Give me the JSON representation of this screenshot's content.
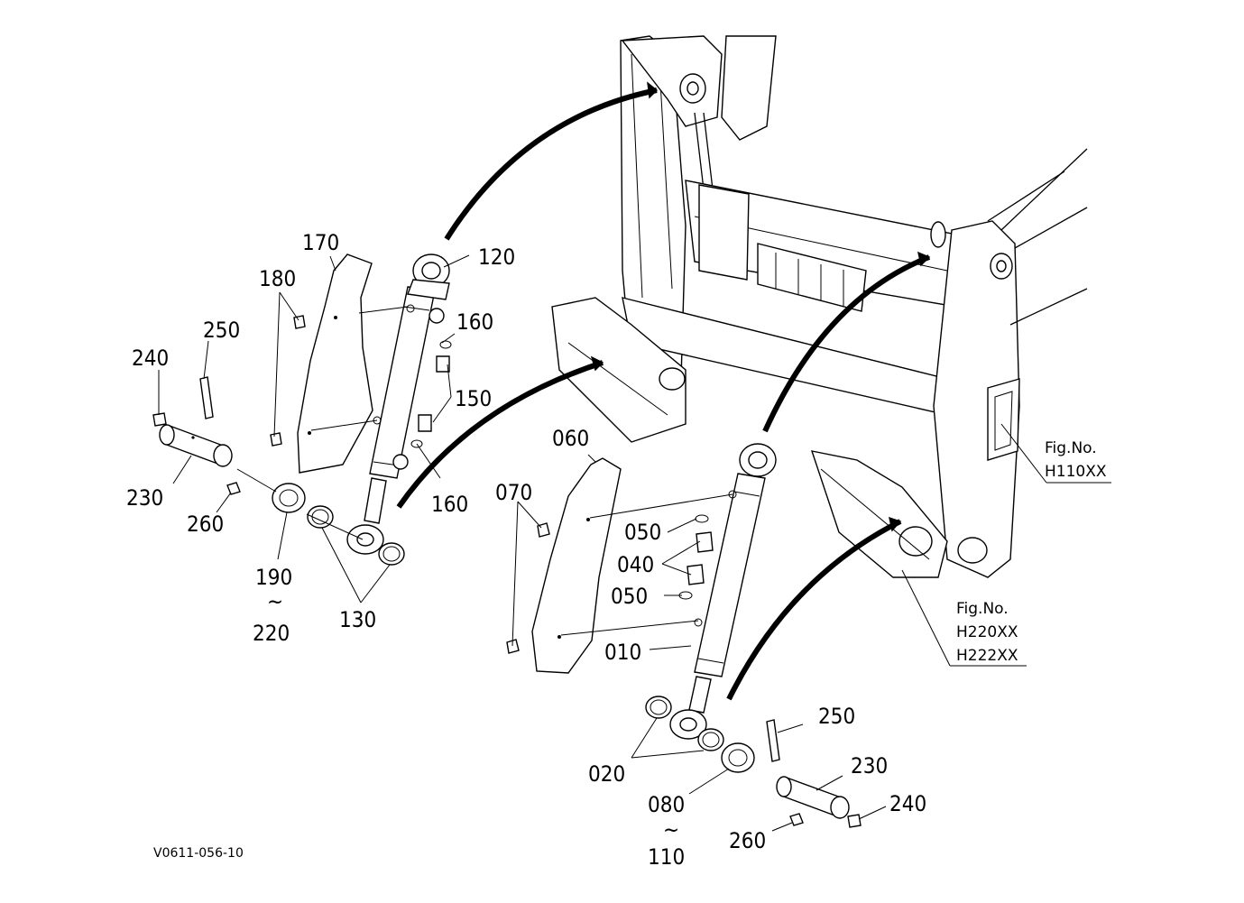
{
  "drawing_code": "V0611-056-10",
  "labels": {
    "l170": "170",
    "l180": "180",
    "l120": "120",
    "l160a": "160",
    "l150": "150",
    "l160b": "160",
    "l250a": "250",
    "l240a": "240",
    "l230a": "230",
    "l260a": "260",
    "l190": "190",
    "l220": "220",
    "l130": "130",
    "l060": "060",
    "l070": "070",
    "l050a": "050",
    "l040": "040",
    "l050b": "050",
    "l010": "010",
    "l020": "020",
    "l080": "080",
    "l110": "110",
    "l250b": "250",
    "l230b": "230",
    "l240b": "240",
    "l260b": "260"
  },
  "tilde": "~",
  "fig_refs": {
    "ref1_title": "Fig.No.",
    "ref1_code": "H110XX",
    "ref2_title": "Fig.No.",
    "ref2_code1": "H220XX",
    "ref2_code2": "H222XX"
  }
}
